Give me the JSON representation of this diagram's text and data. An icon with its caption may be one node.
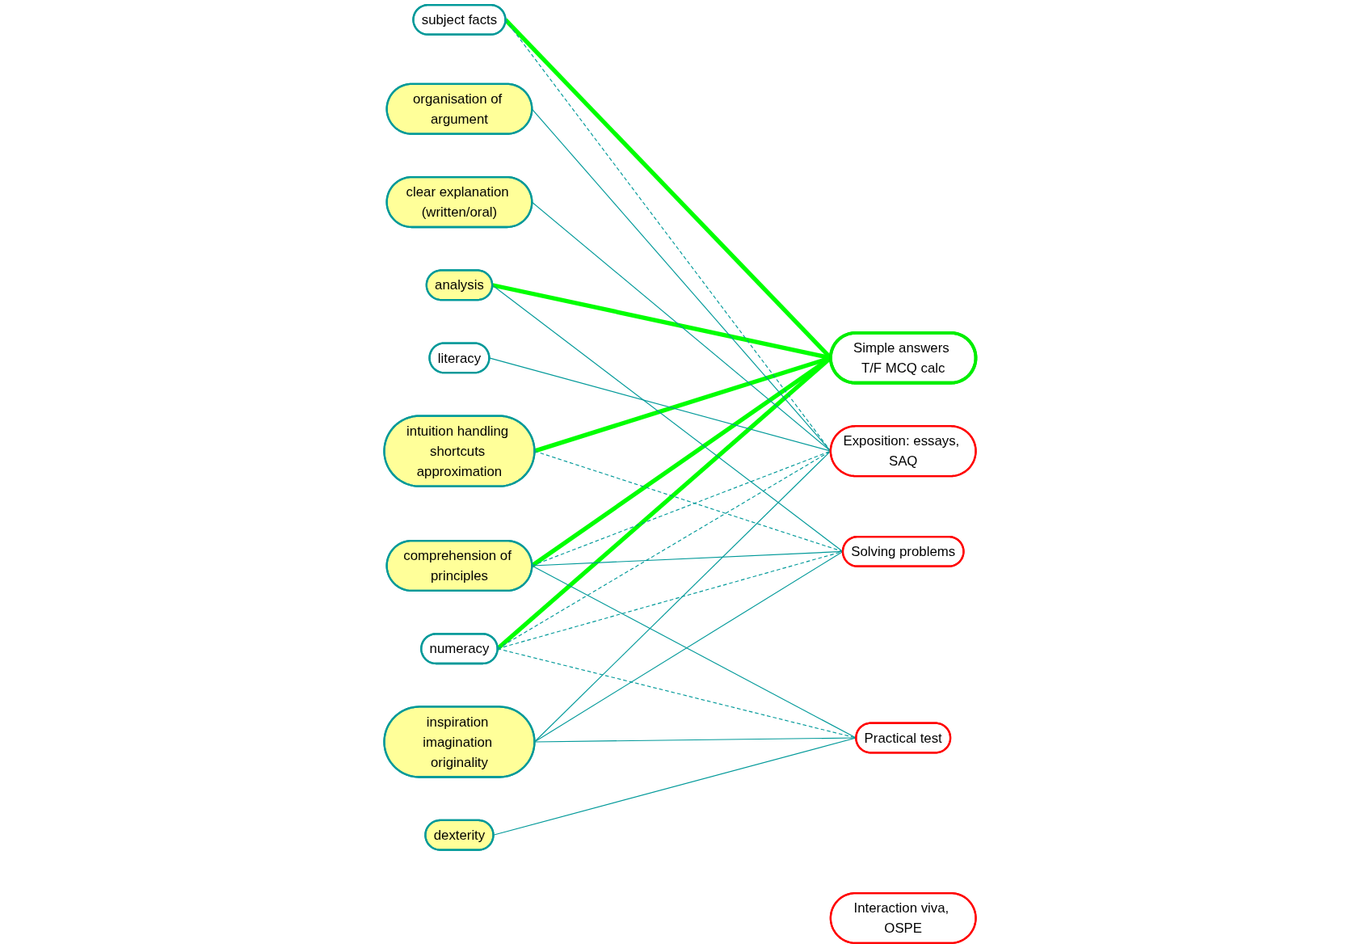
{
  "diagram": {
    "nodes": [
      {
        "text": [
          "organisation of argument"
        ]
      },
      {
        "text": [
          "clear explanation (written/oral)"
        ]
      },
      {
        "text": [
          "subject facts"
        ]
      },
      {
        "text": [
          "literacy"
        ]
      },
      {
        "text": [
          "numeracy"
        ]
      },
      {
        "text": [
          "dexterity"
        ]
      },
      {
        "text": [
          "analysis"
        ]
      },
      {
        "text": [
          "comprehension of principles"
        ]
      },
      {
        "text": [
          "intuition handling shortcuts approximation"
        ]
      },
      {
        "text": [
          "inspiration imagination originality"
        ]
      },
      {
        "text": [
          "Simple answers T/F MCQ calc"
        ]
      },
      {
        "text": [
          "Interaction viva, OSPE"
        ]
      },
      {
        "text": [
          "Exposition: essays, SAQ"
        ]
      },
      {
        "text": [
          "Solving problems"
        ]
      },
      {
        "text": [
          "Practical test"
        ]
      }
    ],
    "edges": [
      {
        "from": 2,
        "to": 10,
        "arrow": "none",
        "style": "thick",
        "color": "#00ff00"
      },
      {
        "from": 4,
        "to": 10,
        "arrow": "none",
        "style": "thick",
        "color": "#00ff00"
      },
      {
        "from": 6,
        "to": 10,
        "arrow": "none",
        "style": "thick",
        "color": "#00ff00"
      },
      {
        "from": 7,
        "to": 10,
        "arrow": "none",
        "style": "thick",
        "color": "#00ff00"
      },
      {
        "from": 8,
        "to": 10,
        "arrow": "none",
        "style": "thick",
        "color": "#00ff00"
      },
      {
        "from": 0,
        "to": 12,
        "arrow": "none"
      },
      {
        "from": 1,
        "to": 12,
        "arrow": "none"
      },
      {
        "from": 3,
        "to": 12,
        "arrow": "none"
      },
      {
        "from": 5,
        "to": 14,
        "arrow": "none"
      },
      {
        "from": 6,
        "to": 13,
        "arrow": "none"
      },
      {
        "from": 7,
        "to": 13,
        "arrow": "none"
      },
      {
        "from": 7,
        "to": 14,
        "arrow": "none"
      },
      {
        "from": 9,
        "to": 12,
        "arrow": "none"
      },
      {
        "from": 9,
        "to": 13,
        "arrow": "none"
      },
      {
        "from": 9,
        "to": 14,
        "arrow": "none"
      },
      {
        "from": 2,
        "to": 12,
        "arrow": "none",
        "style": "dashed"
      },
      {
        "from": 4,
        "to": 12,
        "arrow": "none",
        "style": "dashed"
      },
      {
        "from": 4,
        "to": 13,
        "arrow": "none",
        "style": "dashed"
      },
      {
        "from": 4,
        "to": 14,
        "arrow": "none",
        "style": "dashed"
      },
      {
        "from": 7,
        "to": 12,
        "arrow": "none",
        "style": "dashed"
      },
      {
        "from": 8,
        "to": 13,
        "arrow": "none",
        "style": "dashed"
      }
    ]
  }
}
